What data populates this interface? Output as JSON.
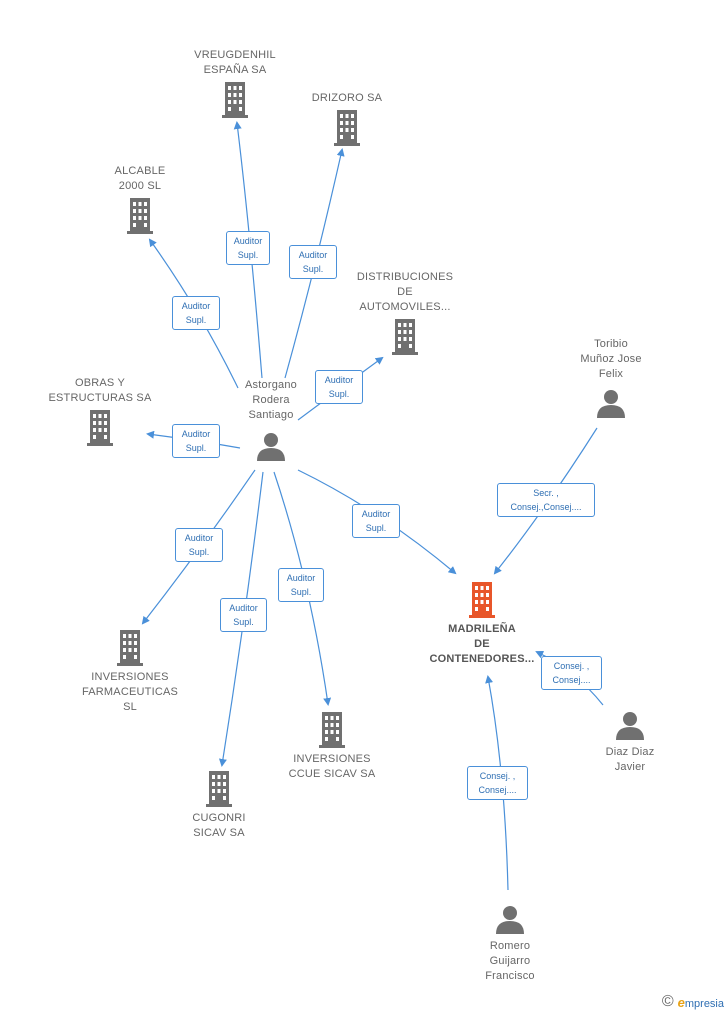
{
  "colors": {
    "edge": "#4a90d9",
    "icon": "#707070",
    "focus_icon": "#e8562a",
    "role_text": "#2f6fb3"
  },
  "nodes": {
    "vreugdenhil": {
      "lines": [
        "VREUGDENHIL",
        "ESPAÑA SA"
      ],
      "type": "company"
    },
    "drizoro": {
      "lines": [
        "DRIZORO SA"
      ],
      "type": "company"
    },
    "alcable": {
      "lines": [
        "ALCABLE",
        "2000 SL"
      ],
      "type": "company"
    },
    "distribuciones": {
      "lines": [
        "DISTRIBUCIONES",
        "DE",
        "AUTOMOVILES..."
      ],
      "type": "company"
    },
    "obras": {
      "lines": [
        "OBRAS Y",
        "ESTRUCTURAS SA"
      ],
      "type": "company"
    },
    "toribio": {
      "lines": [
        "Toribio",
        "Muñoz Jose",
        "Felix"
      ],
      "type": "person"
    },
    "astorgano": {
      "lines": [
        "Astorgano",
        "Rodera",
        "Santiago"
      ],
      "type": "person"
    },
    "farmaceuticas": {
      "lines": [
        "INVERSIONES",
        "FARMACEUTICAS",
        "SL"
      ],
      "type": "company"
    },
    "madrilena": {
      "lines": [
        "MADRILEÑA",
        "DE",
        "CONTENEDORES..."
      ],
      "type": "focus"
    },
    "ccue": {
      "lines": [
        "INVERSIONES",
        "CCUE SICAV SA"
      ],
      "type": "company"
    },
    "diaz": {
      "lines": [
        "Diaz Diaz",
        "Javier"
      ],
      "type": "person"
    },
    "cugonri": {
      "lines": [
        "CUGONRI",
        "SICAV SA"
      ],
      "type": "company"
    },
    "romero": {
      "lines": [
        "Romero",
        "Guijarro",
        "Francisco"
      ],
      "type": "person"
    }
  },
  "roles": [
    {
      "id": "r_vreug",
      "lines": [
        "Auditor",
        "Supl."
      ]
    },
    {
      "id": "r_drizoro",
      "lines": [
        "Auditor",
        "Supl."
      ]
    },
    {
      "id": "r_alcable",
      "lines": [
        "Auditor",
        "Supl."
      ]
    },
    {
      "id": "r_distrib",
      "lines": [
        "Auditor",
        "Supl."
      ]
    },
    {
      "id": "r_obras",
      "lines": [
        "Auditor",
        "Supl."
      ]
    },
    {
      "id": "r_madrilena",
      "lines": [
        "Auditor",
        "Supl."
      ]
    },
    {
      "id": "r_farma",
      "lines": [
        "Auditor",
        "Supl."
      ]
    },
    {
      "id": "r_ccue",
      "lines": [
        "Auditor",
        "Supl."
      ]
    },
    {
      "id": "r_cugonri",
      "lines": [
        "Auditor",
        "Supl."
      ]
    },
    {
      "id": "r_toribio",
      "lines": [
        "Secr. ,",
        "Consej.,Consej...."
      ]
    },
    {
      "id": "r_diaz",
      "lines": [
        "Consej. ,",
        "Consej...."
      ]
    },
    {
      "id": "r_romero",
      "lines": [
        "Consej. ,",
        "Consej...."
      ]
    }
  ],
  "brand": {
    "copyright": "©",
    "initial": "e",
    "name": "mpresia"
  }
}
